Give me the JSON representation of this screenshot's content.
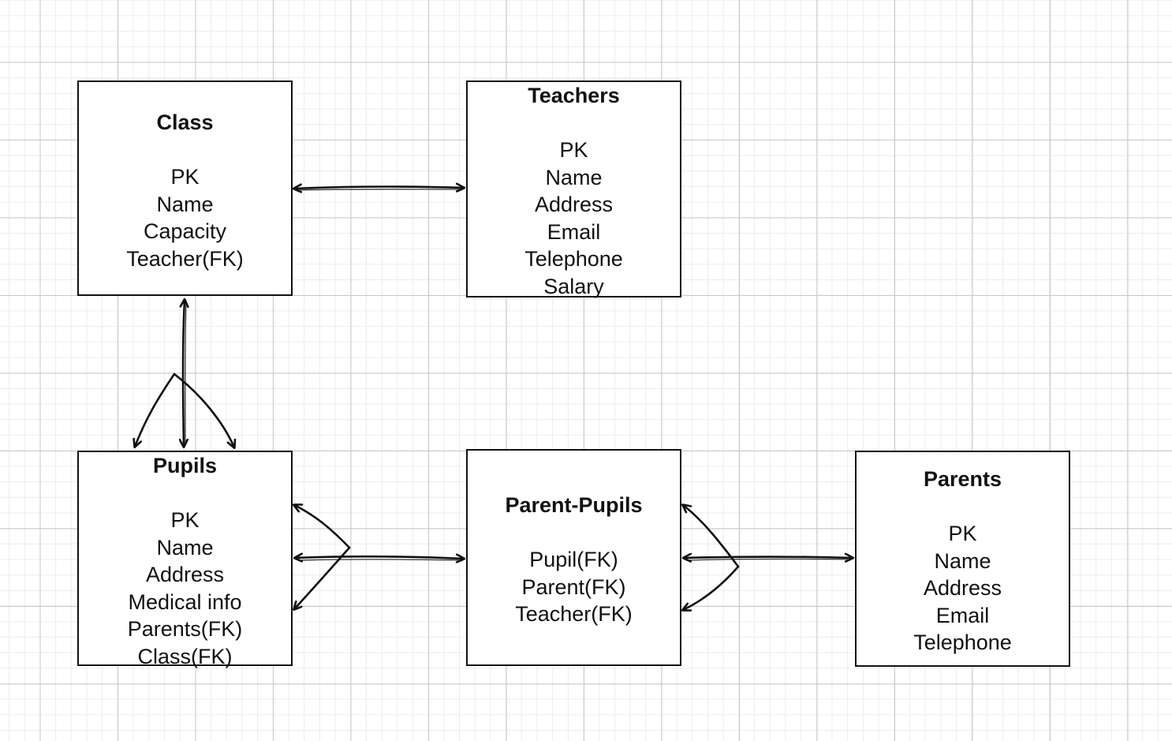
{
  "diagram": {
    "entities": [
      {
        "key": "class",
        "title": "Class",
        "fields": [
          "PK",
          "Name",
          "Capacity",
          "Teacher(FK)"
        ]
      },
      {
        "key": "teachers",
        "title": "Teachers",
        "fields": [
          "PK",
          "Name",
          "Address",
          "Email",
          "Telephone",
          "Salary"
        ]
      },
      {
        "key": "pupils",
        "title": "Pupils",
        "fields": [
          "PK",
          "Name",
          "Address",
          "Medical info",
          "Parents(FK)",
          "Class(FK)"
        ]
      },
      {
        "key": "parent-pupils",
        "title": "Parent-Pupils",
        "fields": [
          "Pupil(FK)",
          "Parent(FK)",
          "Teacher(FK)"
        ]
      },
      {
        "key": "parents",
        "title": "Parents",
        "fields": [
          "PK",
          "Name",
          "Address",
          "Email",
          "Telephone"
        ]
      }
    ],
    "relationships": [
      {
        "from": "class",
        "to": "teachers",
        "from_end": "one",
        "to_end": "one"
      },
      {
        "from": "class",
        "to": "pupils",
        "from_end": "one",
        "to_end": "many"
      },
      {
        "from": "pupils",
        "to": "parent-pupils",
        "from_end": "many",
        "to_end": "one"
      },
      {
        "from": "parent-pupils",
        "to": "parents",
        "from_end": "many",
        "to_end": "one"
      }
    ],
    "colors": {
      "line": "#111111",
      "box_fill": "#ffffff",
      "grid_major": "#c8c8c8",
      "grid_minor": "#ececec"
    }
  }
}
